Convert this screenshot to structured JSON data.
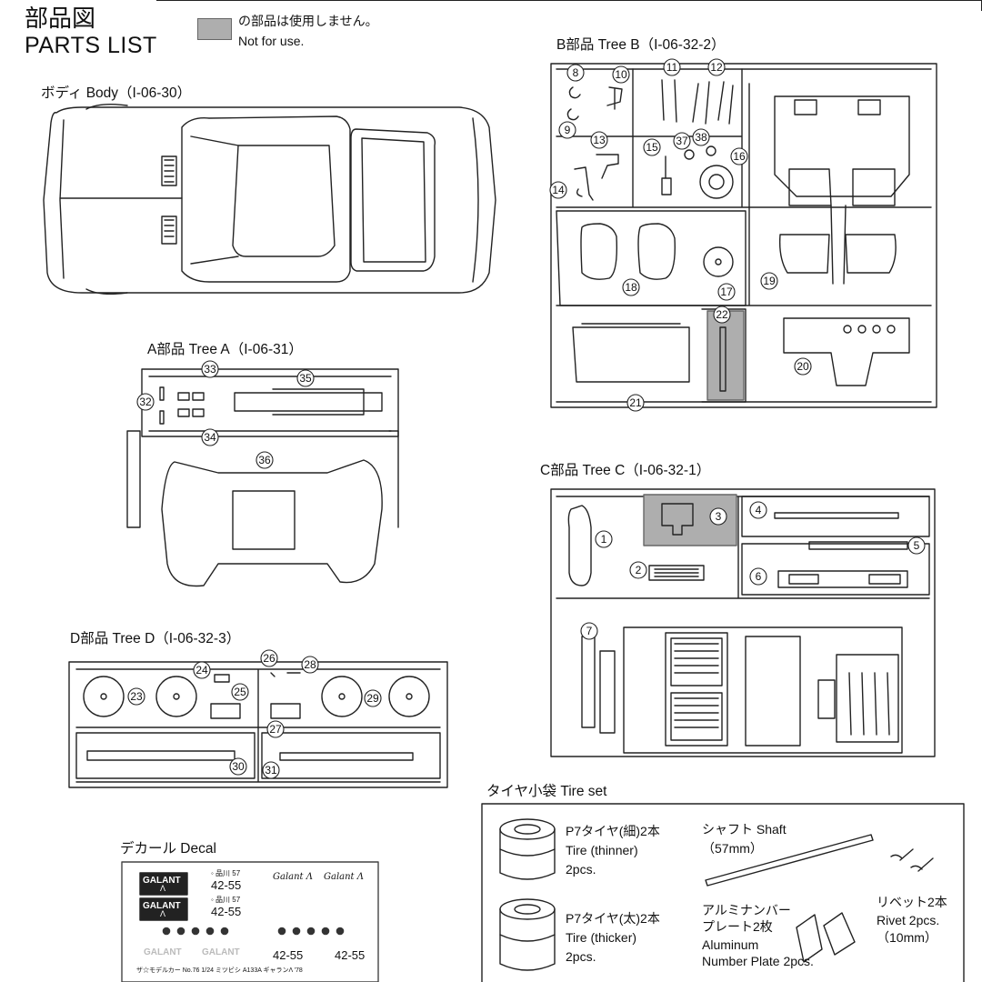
{
  "header": {
    "title_ja": "部品図",
    "title_en": "PARTS LIST",
    "legend_ja": "の部品は使用しません。",
    "legend_en": "Not for use."
  },
  "sections": {
    "body": "ボディ Body（I-06-30）",
    "tree_a": "A部品 Tree A（I-06-31）",
    "tree_b": "B部品 Tree B（I-06-32-2）",
    "tree_c": "C部品 Tree C（I-06-32-1）",
    "tree_d": "D部品 Tree D（I-06-32-3）",
    "tire_set": "タイヤ小袋 Tire set",
    "decal": "デカール Decal"
  },
  "part_numbers": [
    "1",
    "2",
    "3",
    "4",
    "5",
    "6",
    "7",
    "8",
    "9",
    "10",
    "11",
    "12",
    "13",
    "14",
    "15",
    "16",
    "17",
    "18",
    "19",
    "20",
    "21",
    "22",
    "23",
    "24",
    "25",
    "26",
    "27",
    "28",
    "29",
    "30",
    "31",
    "32",
    "33",
    "34",
    "35",
    "36",
    "37",
    "38"
  ],
  "tire_set": {
    "thin_ja": "P7タイヤ(細)2本",
    "thin_en": "Tire (thinner)",
    "thin_qty": "2pcs.",
    "thick_ja": "P7タイヤ(太)2本",
    "thick_en": "Tire (thicker)",
    "thick_qty": "2pcs.",
    "shaft_ja": "シャフト Shaft",
    "shaft_size": "（57mm）",
    "plate_ja1": "アルミナンバー",
    "plate_ja2": "プレート2枚",
    "plate_en1": "Aluminum",
    "plate_en2": "Number Plate 2pcs.",
    "rivet_ja": "リベット2本",
    "rivet_en": "Rivet 2pcs.",
    "rivet_size": "（10mm）"
  },
  "decal": {
    "brand1": "GALANT",
    "brand1_sub": "Λ",
    "brand2": "GALANT",
    "brand2_sub": "Λ",
    "script1": "Galant Λ",
    "script2": "Galant Λ",
    "plate_small1": "◦ 品川 57",
    "plate_num1": "42-55",
    "plate_small2": "◦ 品川 57",
    "plate_num2": "42-55",
    "plate_num3": "42-55",
    "plate_num4": "42-55",
    "ghost1": "GALANT",
    "ghost2": "GALANT",
    "footer": "ザ☆モデルカー No.76 1/24 ミツビシ A133A ギャランΛ '78"
  },
  "colors": {
    "line": "#222222",
    "not_for_use": "#aeaeae"
  }
}
